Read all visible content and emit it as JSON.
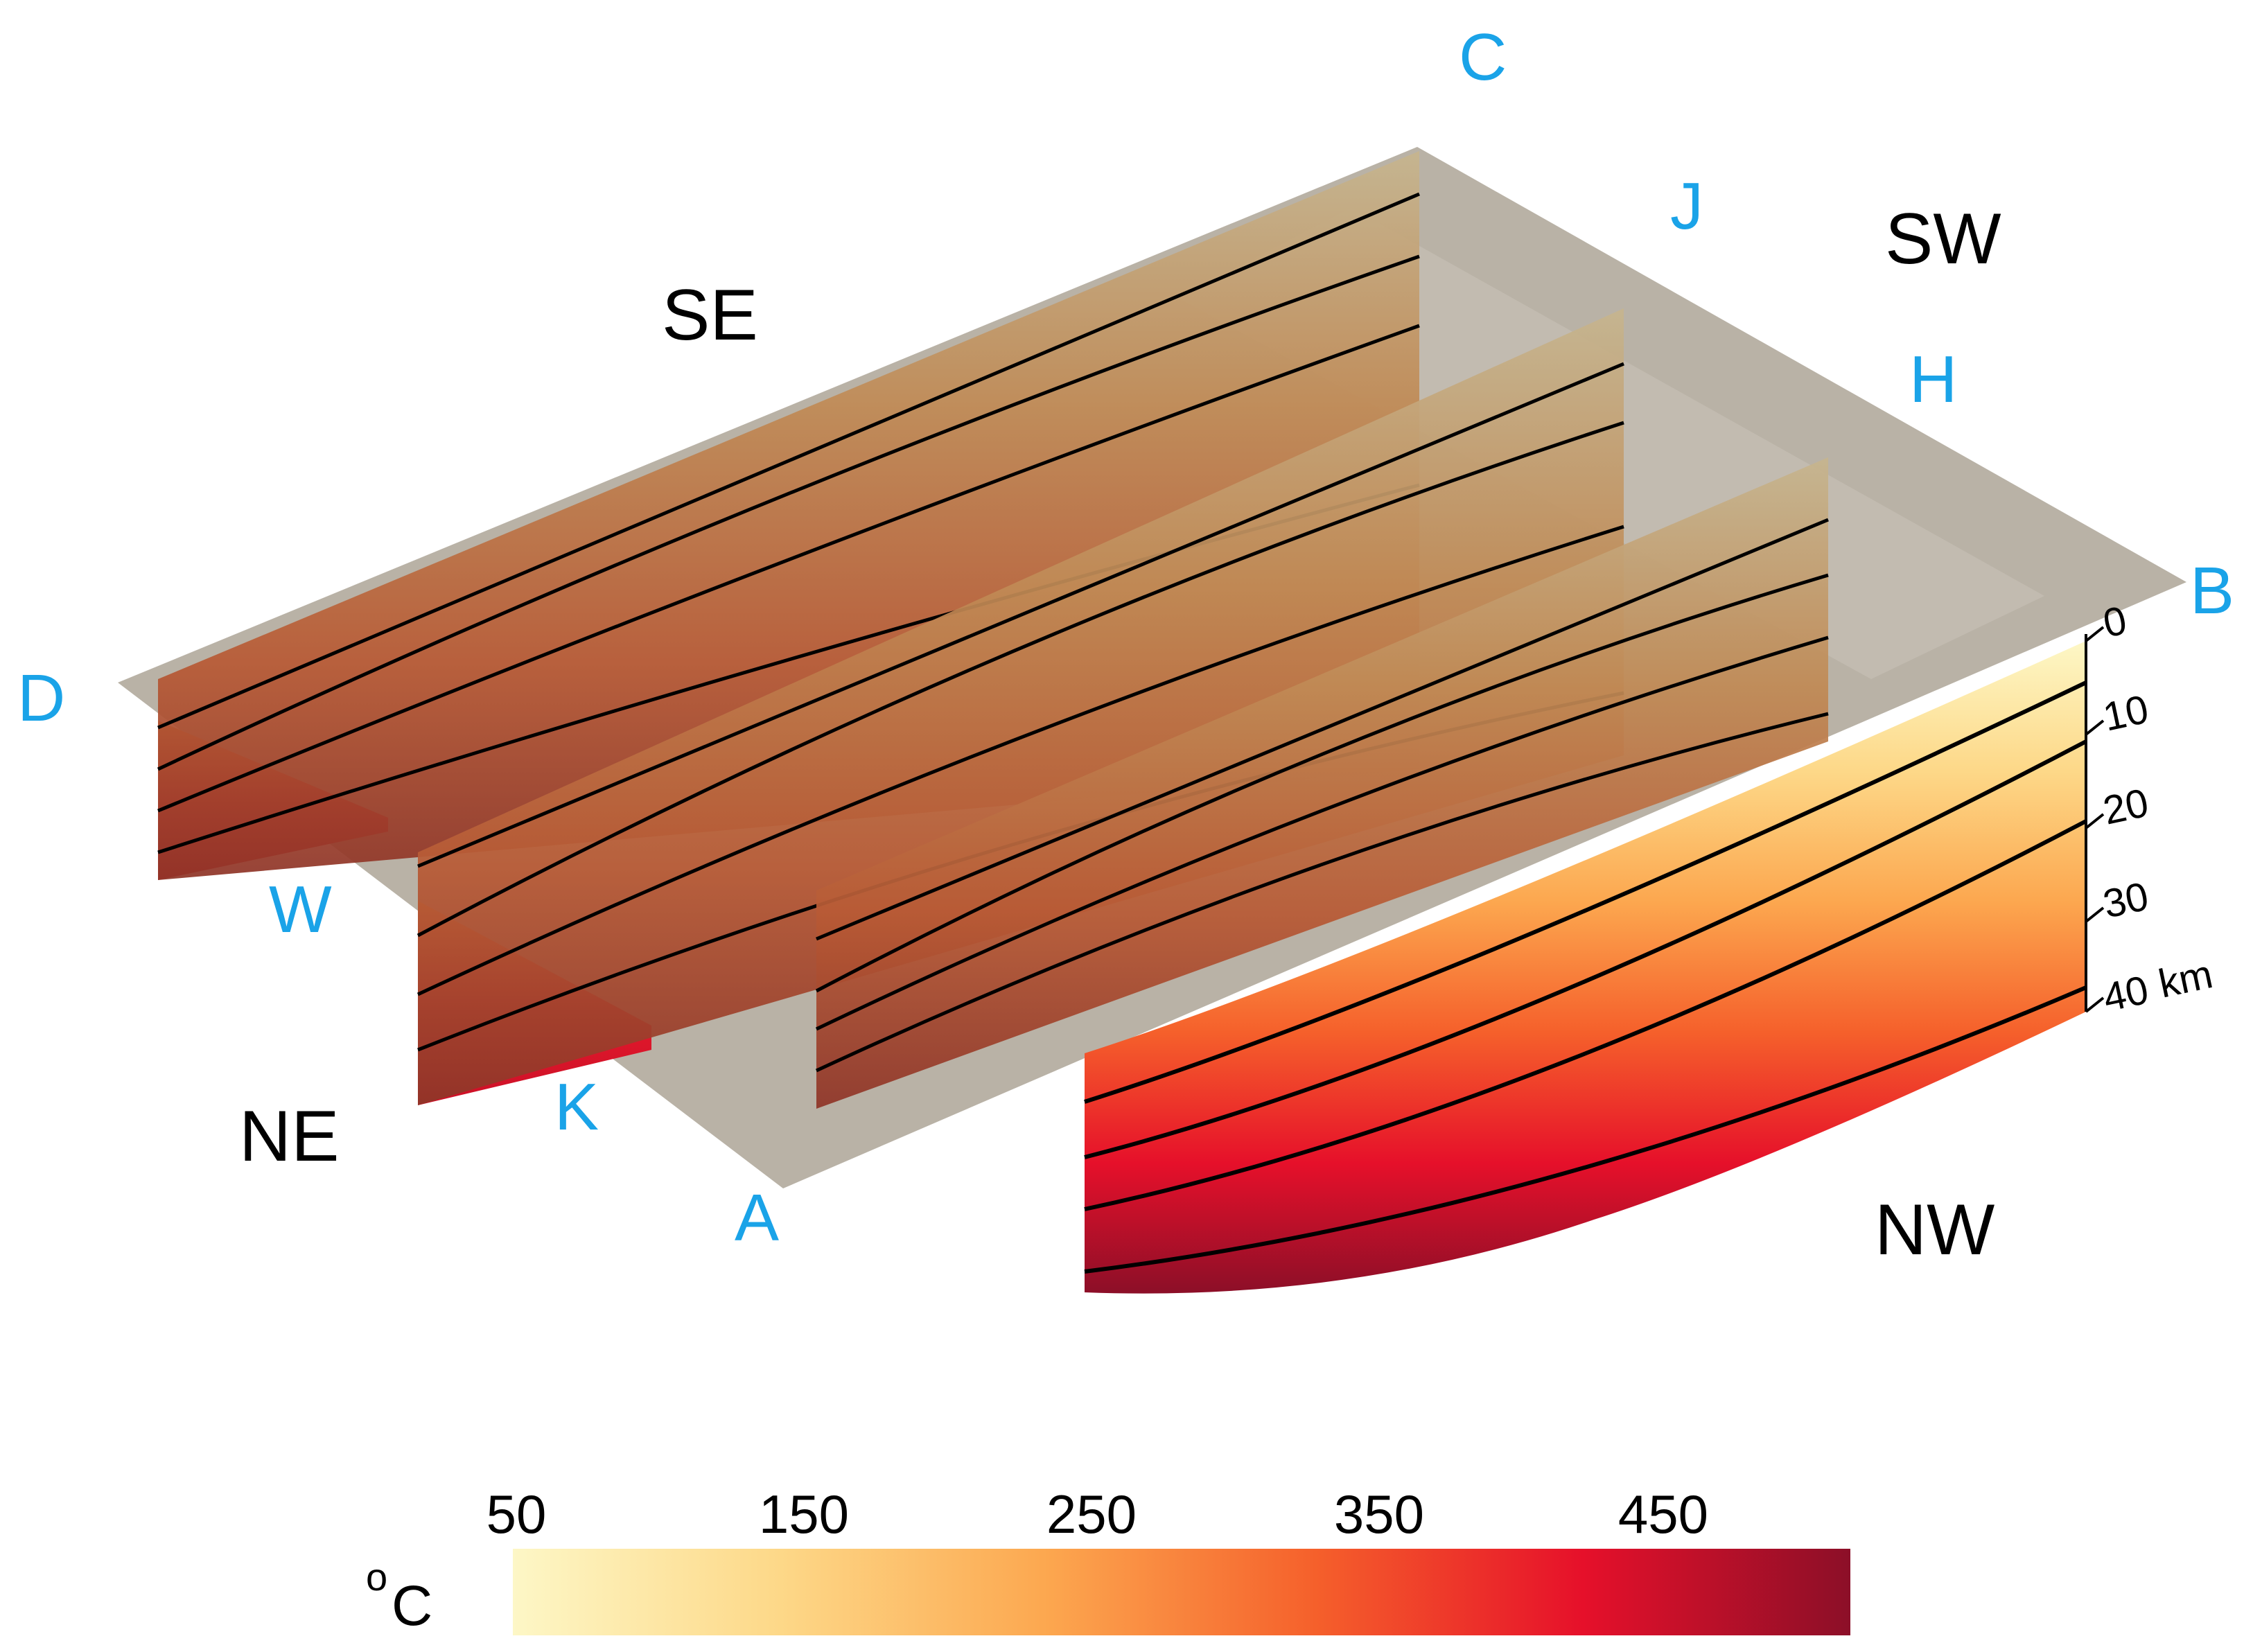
{
  "points": [
    "C",
    "J",
    "H",
    "B",
    "D",
    "W",
    "K",
    "A"
  ],
  "directions": [
    "SE",
    "SW",
    "NE",
    "NW"
  ],
  "depth_axis": {
    "ticks": [
      "0",
      "10",
      "20",
      "30",
      "40"
    ],
    "unit": "km"
  },
  "colorbar": {
    "unit_superscript": "o",
    "unit": "C",
    "ticks": [
      "50",
      "150",
      "250",
      "350",
      "450"
    ],
    "colors": [
      "#fdf7c6",
      "#fdd888",
      "#fca74f",
      "#f5602b",
      "#e6102a",
      "#8c0f28"
    ]
  }
}
